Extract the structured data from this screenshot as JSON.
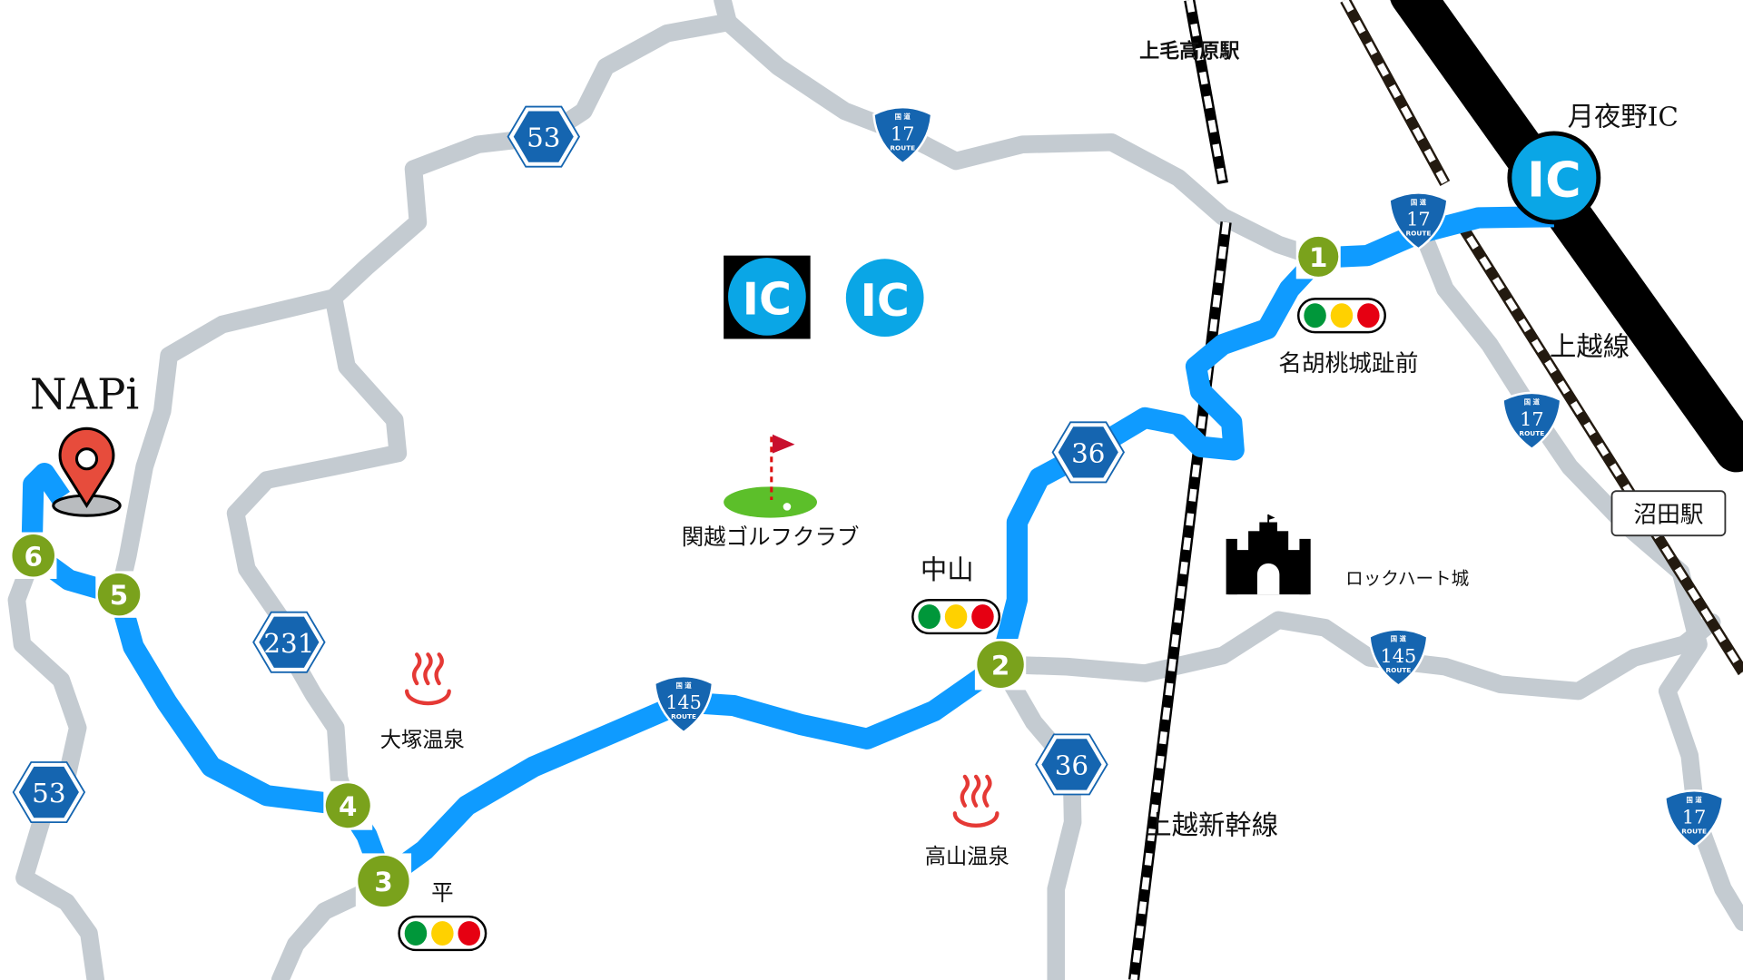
{
  "colors": {
    "route": "#0f9bff",
    "road": "#c4cbd1",
    "waypoint": "#7aa21c",
    "shield": "#1565b0",
    "ic": "#0aa6e6"
  },
  "labels": {
    "napi": "NAPi",
    "kamimoku_kogen_station": "上毛高原駅",
    "tsukiyono_ic": "月夜野IC",
    "joetsu_line": "上越線",
    "numata_station": "沼田駅",
    "nagurumi_castle": "名胡桃城趾前",
    "golf_club": "関越ゴルフクラブ",
    "nakayama": "中山",
    "lockheart_castle": "ロックハート城",
    "otsuka_onsen": "大塚温泉",
    "takayama_onsen": "高山温泉",
    "taira": "平",
    "joetsu_shinkansen": "上越新幹線"
  },
  "ic_icon_text": "IC",
  "route_shield": {
    "top": "国 道",
    "bottom": "ROUTE"
  },
  "prefectural_routes": [
    "53",
    "231",
    "53",
    "36",
    "36"
  ],
  "national_routes": [
    "17",
    "17",
    "17",
    "17",
    "145",
    "145"
  ],
  "waypoints": [
    "1",
    "2",
    "3",
    "4",
    "5",
    "6"
  ]
}
